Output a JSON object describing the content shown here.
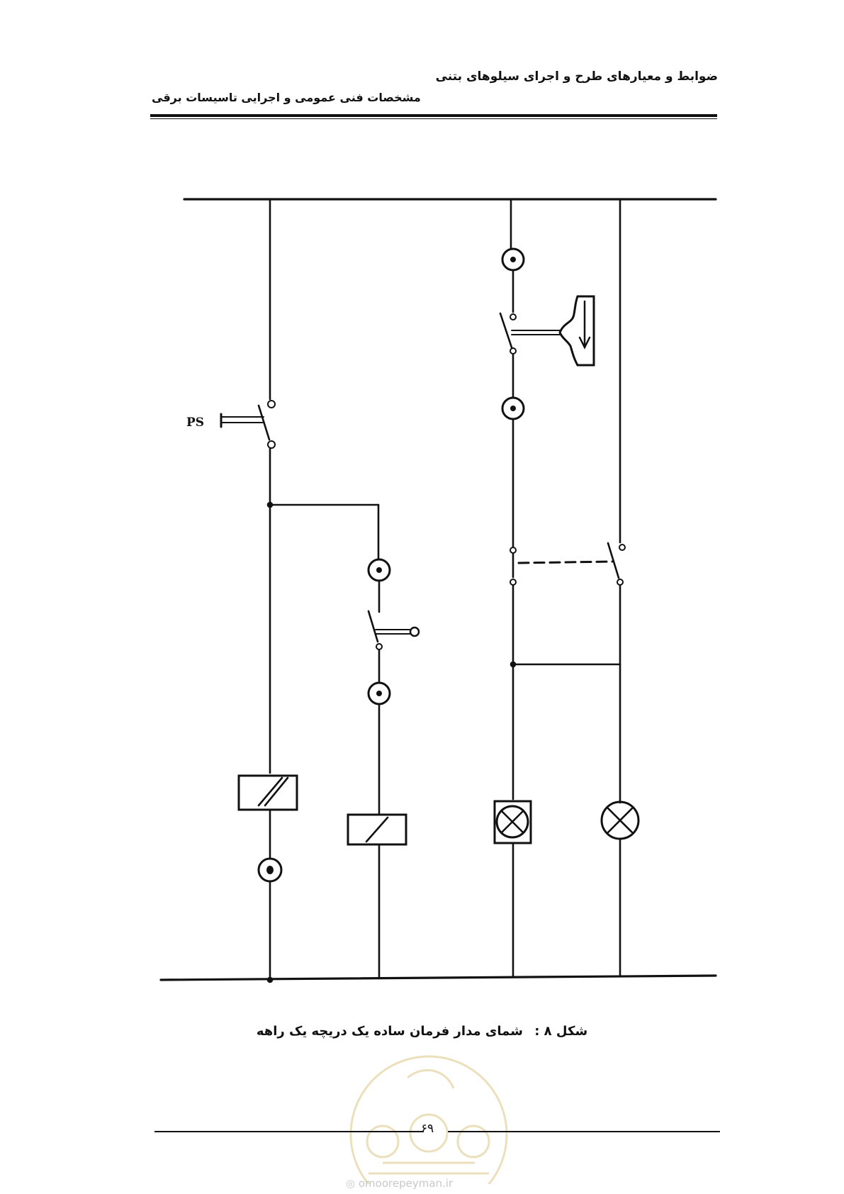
{
  "header": {
    "book_title": "ضوابط و معیارهای طرح و اجرای سیلوهای بتنی",
    "section_title": "مشخصات فنی عمومی و اجرایی تاسیسات برقی"
  },
  "diagram": {
    "switch_label": "PS"
  },
  "caption": {
    "number": "شکل ۸ :",
    "text": "شمای مدار فرمان ساده یک دریچه یک راهه"
  },
  "footer": {
    "page_number": "۶۹",
    "watermark_text": "omoorepeyman.ir"
  }
}
